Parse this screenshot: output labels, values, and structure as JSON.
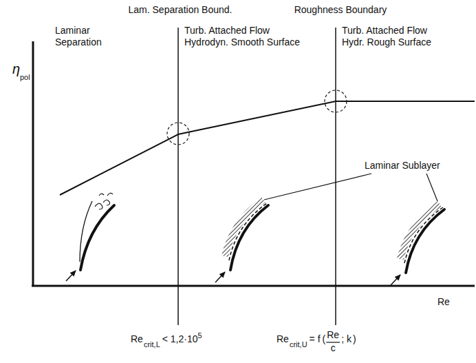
{
  "diagram": {
    "labels": [
      "Lam. Separation Bound.",
      "Roughness Boundary",
      "η",
      "pol",
      "Laminar Separation",
      "Turb. Attached Flow Hydrodyn. Smooth Surface",
      "Turb. Attached Flow Hydr. Rough Surface",
      "Laminar Sublayer",
      "Re",
      "Re",
      "crit,L",
      "< 1,2·10",
      "5",
      "Re",
      "crit,U",
      "= f",
      "(",
      "Re",
      "c",
      "; k",
      ")"
    ]
  }
}
